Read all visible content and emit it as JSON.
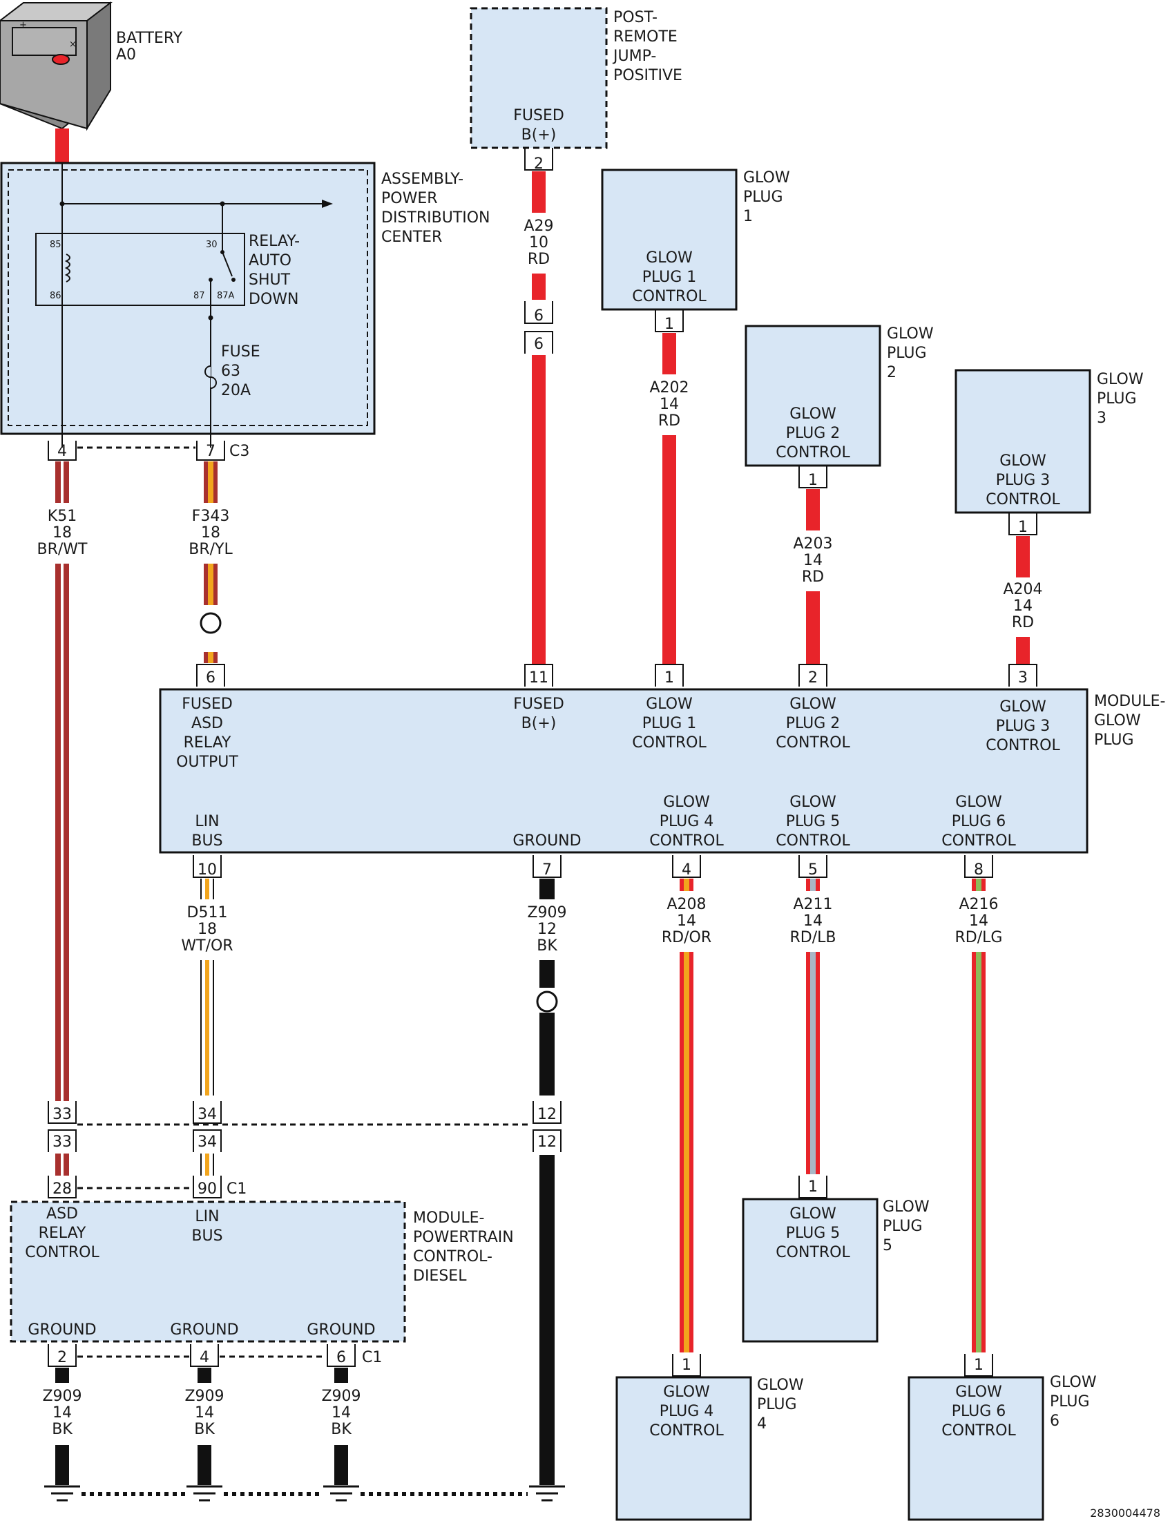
{
  "colors": {
    "box_fill": "#d7e6f5",
    "red": "#e8242a",
    "brown": "#a8302e",
    "yellow": "#f2a51d",
    "light_blue": "#a9b7c6",
    "light_green": "#8dbb5a",
    "black": "#111111",
    "white": "#ffffff"
  },
  "battery": {
    "label_1": "BATTERY",
    "label_2": "A0",
    "icon": "battery-icon"
  },
  "pdc": {
    "label_1": "ASSEMBLY-",
    "label_2": "POWER",
    "label_3": "DISTRIBUTION",
    "label_4": "CENTER",
    "relay_label_1": "RELAY-",
    "relay_label_2": "AUTO",
    "relay_label_3": "SHUT",
    "relay_label_4": "DOWN",
    "relay_pin_85": "85",
    "relay_pin_86": "86",
    "relay_pin_30": "30",
    "relay_pin_87": "87",
    "relay_pin_87a": "87A",
    "fuse_label_1": "FUSE",
    "fuse_label_2": "63",
    "fuse_label_3": "20A",
    "pin_4": "4",
    "pin_7": "7",
    "connector": "C3"
  },
  "post": {
    "label_1": "POST-",
    "label_2": "REMOTE",
    "label_3": "JUMP-",
    "label_4": "POSITIVE",
    "inner_1": "FUSED",
    "inner_2": "B(+)",
    "pin": "2"
  },
  "wires": {
    "a29": {
      "circuit": "A29",
      "gauge": "10",
      "color": "RD"
    },
    "inline_6a": "6",
    "inline_6b": "6",
    "a202": {
      "circuit": "A202",
      "gauge": "14",
      "color": "RD"
    },
    "a203": {
      "circuit": "A203",
      "gauge": "14",
      "color": "RD"
    },
    "a204": {
      "circuit": "A204",
      "gauge": "14",
      "color": "RD"
    },
    "k51": {
      "circuit": "K51",
      "gauge": "18",
      "color": "BR/WT"
    },
    "f343": {
      "circuit": "F343",
      "gauge": "18",
      "color": "BR/YL"
    },
    "d511": {
      "circuit": "D511",
      "gauge": "18",
      "color": "WT/OR"
    },
    "z909_main": {
      "circuit": "Z909",
      "gauge": "12",
      "color": "BK"
    },
    "a208": {
      "circuit": "A208",
      "gauge": "14",
      "color": "RD/OR"
    },
    "a211": {
      "circuit": "A211",
      "gauge": "14",
      "color": "RD/LB"
    },
    "a216": {
      "circuit": "A216",
      "gauge": "14",
      "color": "RD/LG"
    },
    "z909_g1": {
      "circuit": "Z909",
      "gauge": "14",
      "color": "BK"
    },
    "z909_g2": {
      "circuit": "Z909",
      "gauge": "14",
      "color": "BK"
    },
    "z909_g3": {
      "circuit": "Z909",
      "gauge": "14",
      "color": "BK"
    }
  },
  "glow_plugs": {
    "gp1": {
      "side_1": "GLOW",
      "side_2": "PLUG",
      "side_3": "1",
      "inner_1": "GLOW",
      "inner_2": "PLUG 1",
      "inner_3": "CONTROL",
      "pin": "1"
    },
    "gp2": {
      "side_1": "GLOW",
      "side_2": "PLUG",
      "side_3": "2",
      "inner_1": "GLOW",
      "inner_2": "PLUG 2",
      "inner_3": "CONTROL",
      "pin": "1"
    },
    "gp3": {
      "side_1": "GLOW",
      "side_2": "PLUG",
      "side_3": "3",
      "inner_1": "GLOW",
      "inner_2": "PLUG 3",
      "inner_3": "CONTROL",
      "pin": "1"
    },
    "gp4": {
      "side_1": "GLOW",
      "side_2": "PLUG",
      "side_3": "4",
      "inner_1": "GLOW",
      "inner_2": "PLUG 4",
      "inner_3": "CONTROL",
      "pin": "1"
    },
    "gp5": {
      "side_1": "GLOW",
      "side_2": "PLUG",
      "side_3": "5",
      "inner_1": "GLOW",
      "inner_2": "PLUG 5",
      "inner_3": "CONTROL",
      "pin": "1"
    },
    "gp6": {
      "side_1": "GLOW",
      "side_2": "PLUG",
      "side_3": "6",
      "inner_1": "GLOW",
      "inner_2": "PLUG 6",
      "inner_3": "CONTROL",
      "pin": "1"
    }
  },
  "gpm": {
    "label_1": "MODULE-",
    "label_2": "GLOW",
    "label_3": "PLUG",
    "pins_top": {
      "p6": "6",
      "p11": "11",
      "p1": "1",
      "p2": "2",
      "p3": "3"
    },
    "pins_bottom": {
      "p10": "10",
      "p7": "7",
      "p4": "4",
      "p5": "5",
      "p8": "8"
    },
    "t_fused_asd": [
      "FUSED",
      "ASD",
      "RELAY",
      "OUTPUT"
    ],
    "t_fused_b": [
      "FUSED",
      "B(+)"
    ],
    "t_gp1": [
      "GLOW",
      "PLUG 1",
      "CONTROL"
    ],
    "t_gp2": [
      "GLOW",
      "PLUG 2",
      "CONTROL"
    ],
    "t_gp3": [
      "GLOW",
      "PLUG 3",
      "CONTROL"
    ],
    "t_lin": [
      "LIN",
      "BUS"
    ],
    "t_ground": "GROUND",
    "t_gp4": [
      "GLOW",
      "PLUG 4",
      "CONTROL"
    ],
    "t_gp5": [
      "GLOW",
      "PLUG 5",
      "CONTROL"
    ],
    "t_gp6": [
      "GLOW",
      "PLUG 6",
      "CONTROL"
    ]
  },
  "inline": {
    "p33a": "33",
    "p34a": "34",
    "p12a": "12",
    "p33b": "33",
    "p34b": "34",
    "p12b": "12"
  },
  "pcm": {
    "label_1": "MODULE-",
    "label_2": "POWERTRAIN",
    "label_3": "CONTROL-",
    "label_4": "DIESEL",
    "pin_28": "28",
    "pin_90": "90",
    "connector_top": "C1",
    "t_asd": [
      "ASD",
      "RELAY",
      "CONTROL"
    ],
    "t_lin": [
      "LIN",
      "BUS"
    ],
    "t_ground": "GROUND",
    "pin_2": "2",
    "pin_4": "4",
    "pin_6": "6",
    "connector_bottom": "C1"
  },
  "footer": {
    "doc_id": "2830004478"
  }
}
